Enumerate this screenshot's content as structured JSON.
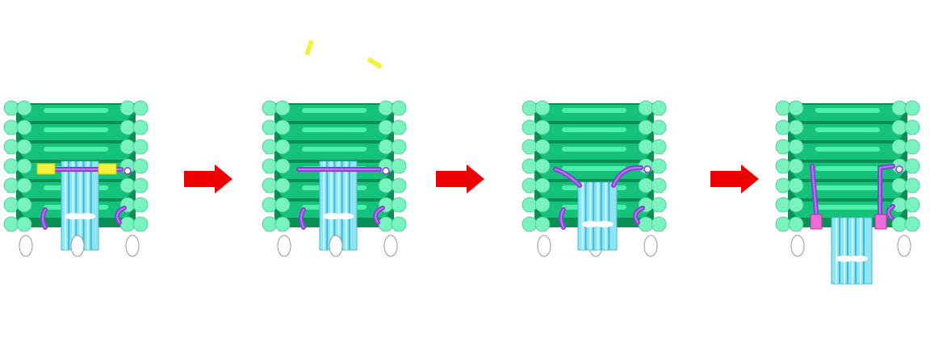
{
  "colors": {
    "helix_dark": "#0a8f55",
    "helix_mid": "#16c27a",
    "helix_light": "#4dedaa",
    "bead": "#7af2bd",
    "bead_outline": "#3dc98f",
    "barrel_fill": "#8fe6f2",
    "barrel_stripe": "#3fb8d6",
    "barrel_light": "#c8f4fb",
    "linker": "#8a3fd6",
    "linker_light": "#b37ef0",
    "tag": "#f2f23a",
    "clamp": "#f06ad8",
    "arrow": "#ee0000",
    "foot": "#ffffff",
    "foot_shadow": "#999999"
  },
  "stages": [
    {
      "id": "stage-1",
      "state": "closed-latched",
      "latch_tags": 2
    },
    {
      "id": "stage-2",
      "state": "unlatched",
      "latch_tags": 0,
      "released_fragments": 2
    },
    {
      "id": "stage-3",
      "state": "plug-descending",
      "latch_tags": 0
    },
    {
      "id": "stage-4",
      "state": "plug-extruded",
      "latch_tags": 0,
      "clamps": 2
    }
  ],
  "arrows": [
    {
      "from": "stage-1",
      "to": "stage-2"
    },
    {
      "from": "stage-2",
      "to": "stage-3"
    },
    {
      "from": "stage-3",
      "to": "stage-4"
    }
  ]
}
